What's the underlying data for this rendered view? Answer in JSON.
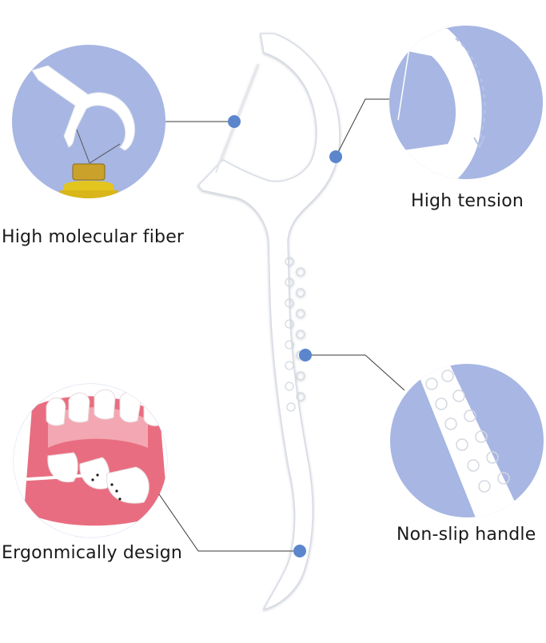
{
  "callouts": [
    {
      "id": "fiber",
      "label": "High molecular fiber"
    },
    {
      "id": "tension",
      "label": "High tension"
    },
    {
      "id": "handle",
      "label": "Non-slip handle"
    },
    {
      "id": "ergonomic",
      "label": "Ergonmically design"
    }
  ],
  "colors": {
    "circle_bg": "#a7b6e3",
    "marker_dot": "#5b86cc",
    "leader_line": "#3a3a3a",
    "pick_body": "#ffffff",
    "pick_shade": "#dfe3ea",
    "gum": "#e96d80",
    "oil_bottle": "#e3c51f"
  },
  "icons": [
    "floss-pick-illustration",
    "oil-bottle-icon",
    "tension-arrow-icon",
    "teeth-gum-illustration",
    "grip-dots-icon"
  ]
}
